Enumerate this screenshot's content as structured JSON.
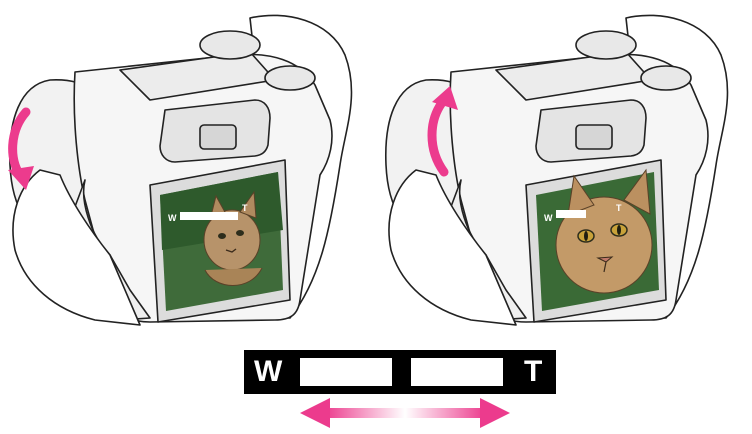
{
  "zoom_bar": {
    "wide_label": "W",
    "tele_label": "T"
  },
  "colors": {
    "arrow": "#ec3b8d",
    "bar": "#000000"
  },
  "icons": {
    "left_scene": "camera-zoom-out-illustration",
    "right_scene": "camera-zoom-in-illustration",
    "arrow": "double-headed-arrow-icon"
  }
}
